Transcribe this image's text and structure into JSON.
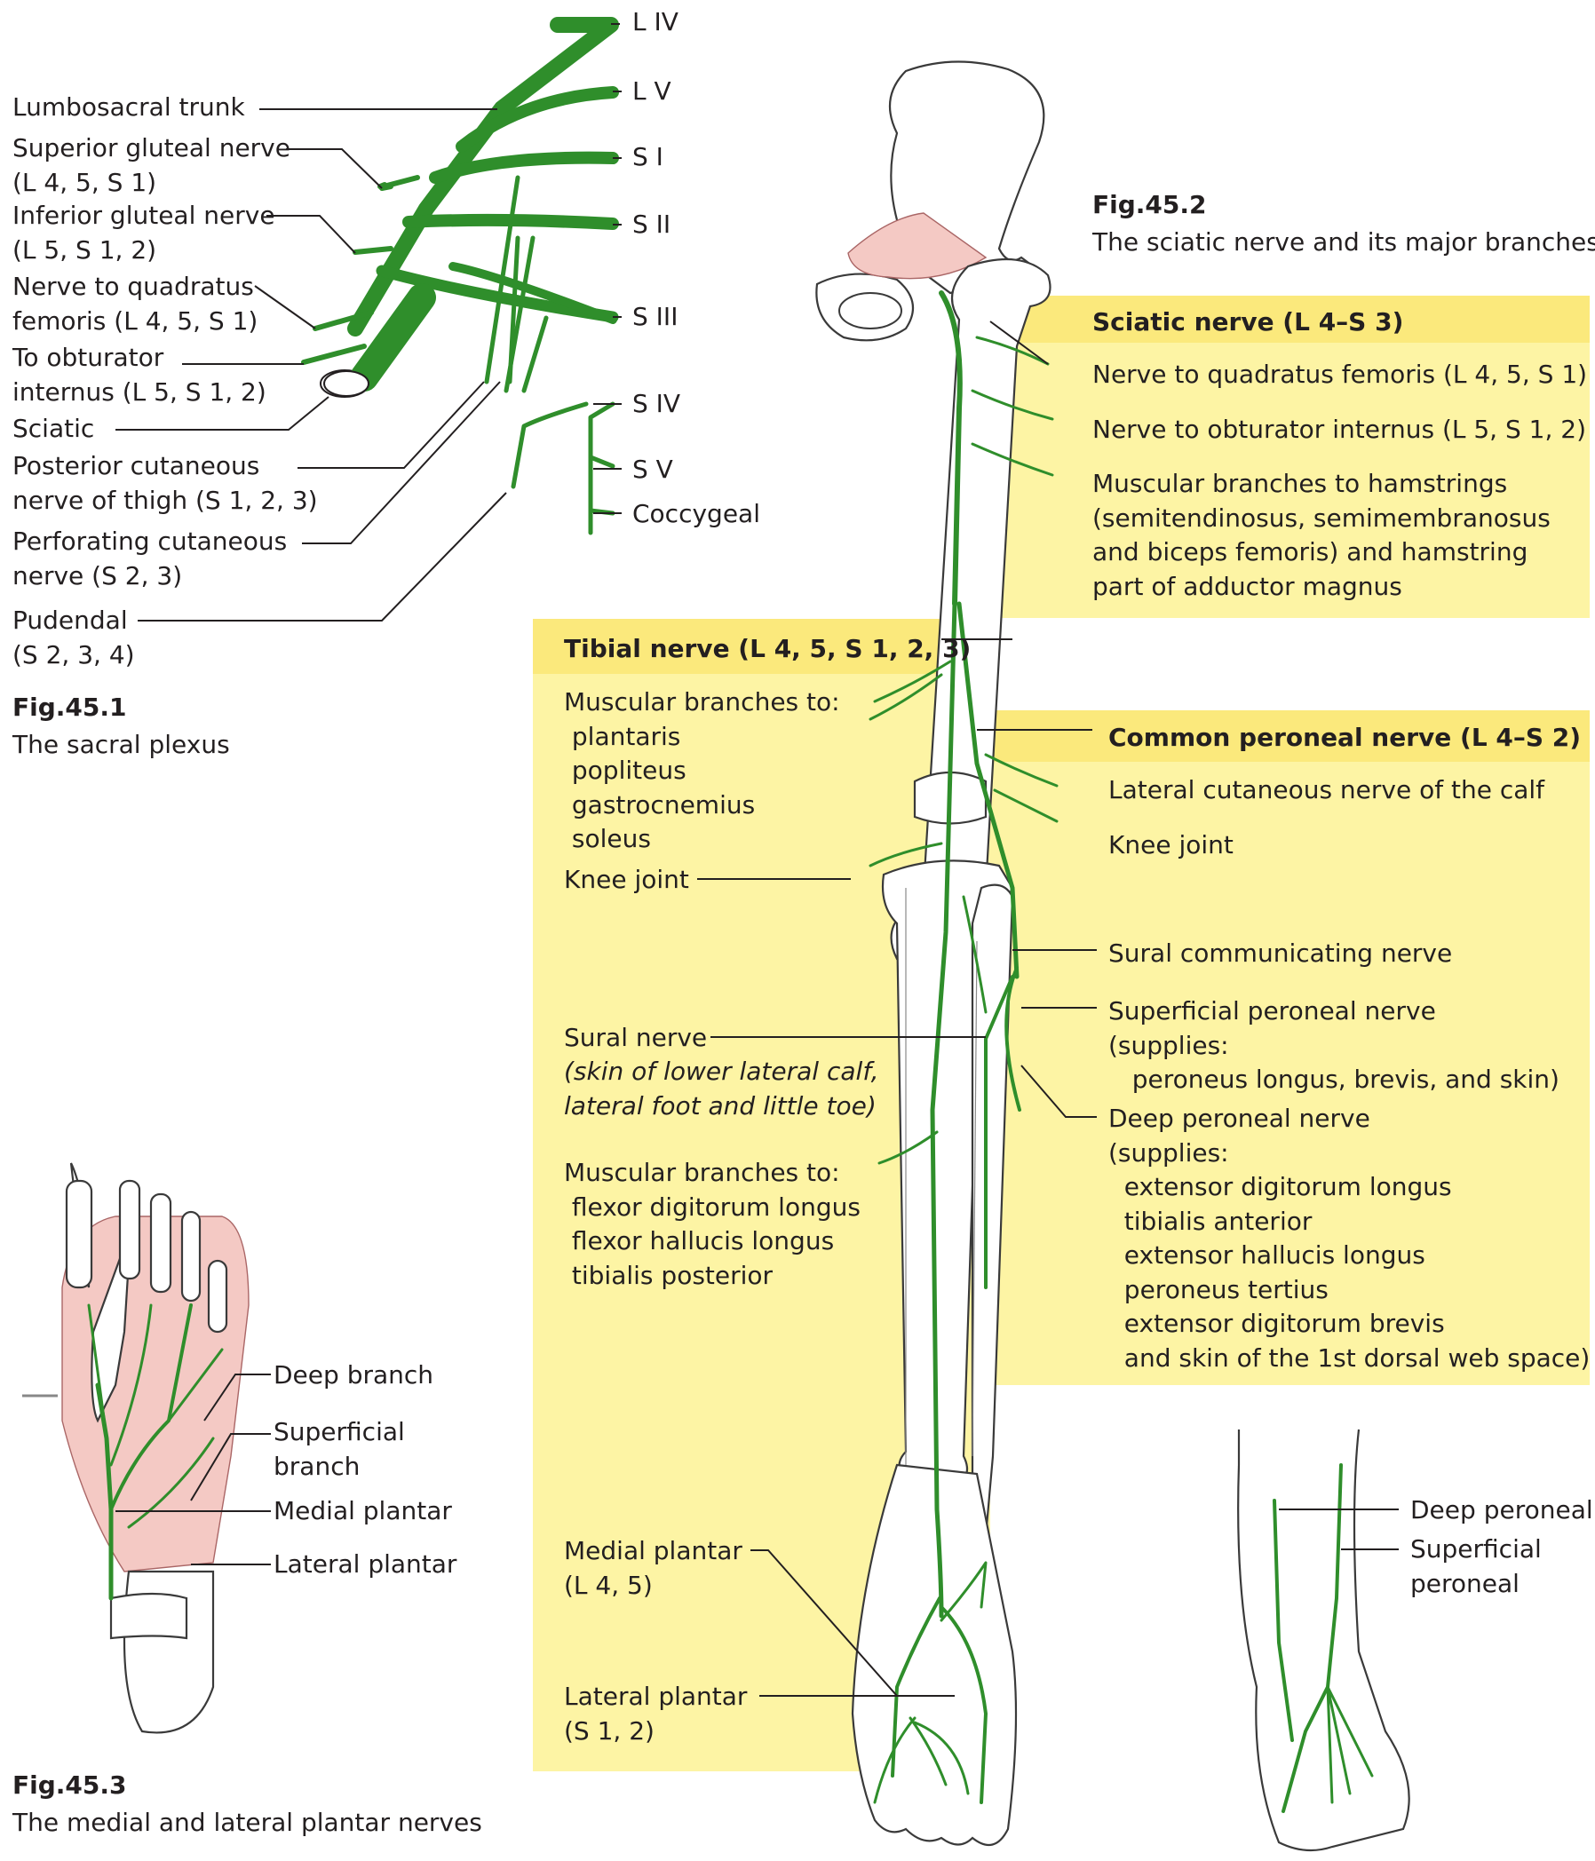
{
  "plexus_roots": [
    "L IV",
    "L V",
    "S I",
    "S II",
    "S III",
    "S IV",
    "S V",
    "Coccygeal"
  ],
  "plexus_labels": [
    [
      "Lumbosacral trunk"
    ],
    [
      "Superior gluteal nerve",
      "(L 4, 5, S 1)"
    ],
    [
      "Inferior gluteal nerve",
      "(L 5, S 1, 2)"
    ],
    [
      "Nerve to quadratus",
      "femoris (L 4, 5, S 1)"
    ],
    [
      "To obturator",
      "internus (L 5, S 1, 2)"
    ],
    [
      "Sciatic"
    ],
    [
      "Posterior cutaneous",
      "nerve of thigh (S 1, 2, 3)"
    ],
    [
      "Perforating cutaneous",
      "nerve (S 2, 3)"
    ],
    [
      "Pudendal",
      "(S 2, 3, 4)"
    ]
  ],
  "fig1": {
    "number": "Fig.45.1",
    "caption": "The sacral plexus"
  },
  "fig2": {
    "number": "Fig.45.2",
    "caption": "The sciatic nerve and its major branches"
  },
  "fig3": {
    "number": "Fig.45.3",
    "caption": "The medial and lateral plantar nerves"
  },
  "sciatic_box": {
    "title": "Sciatic nerve (L 4–S 3)",
    "items": [
      [
        "Nerve to quadratus  femoris (L 4, 5, S 1)"
      ],
      [
        "Nerve to obturator internus (L 5, S 1, 2)"
      ],
      [
        "Muscular branches to hamstrings",
        "(semitendinosus, semimembranosus",
        "and biceps femoris) and hamstring",
        "part of adductor magnus"
      ]
    ]
  },
  "tibial_box": {
    "title": "Tibial nerve (L 4, 5, S 1, 2, 3)",
    "muscular": [
      "Muscular branches to:",
      " plantaris",
      " popliteus",
      " gastrocnemius",
      " soleus"
    ],
    "knee": "Knee joint",
    "sural": "Sural nerve",
    "sural_note": [
      "(skin of lower lateral calf,",
      "lateral foot and little toe)"
    ],
    "muscular2": [
      "Muscular branches to:",
      " flexor digitorum longus",
      " flexor hallucis longus",
      " tibialis posterior"
    ],
    "medial_plantar": [
      "Medial plantar",
      "(L 4, 5)"
    ],
    "lateral_plantar": [
      "Lateral plantar",
      "(S 1, 2)"
    ]
  },
  "peroneal_box": {
    "title": "Common peroneal nerve (L 4–S 2)",
    "calf": "Lateral cutaneous nerve of the calf",
    "knee": "Knee joint",
    "sural_comm": "Sural communicating nerve",
    "superficial": [
      "Superficial peroneal nerve",
      "(supplies:",
      "   peroneus longus, brevis, and skin)"
    ],
    "deep": [
      "Deep peroneal nerve",
      "(supplies:",
      "  extensor digitorum longus",
      "  tibialis anterior",
      "  extensor hallucis longus",
      "  peroneus tertius",
      "  extensor digitorum brevis",
      "  and skin of the 1st dorsal web space)"
    ]
  },
  "foot_labels": [
    "Deep branch",
    "Superficial",
    "branch",
    "Medial plantar",
    "Lateral plantar"
  ],
  "dorsum_labels": [
    "Deep peroneal",
    "Superficial",
    "peroneal"
  ],
  "colors": {
    "nerve": "#2f8e2b",
    "box": "#fdf4a4",
    "box_header": "#fbe97c",
    "muscle": "#f4c9c4"
  }
}
